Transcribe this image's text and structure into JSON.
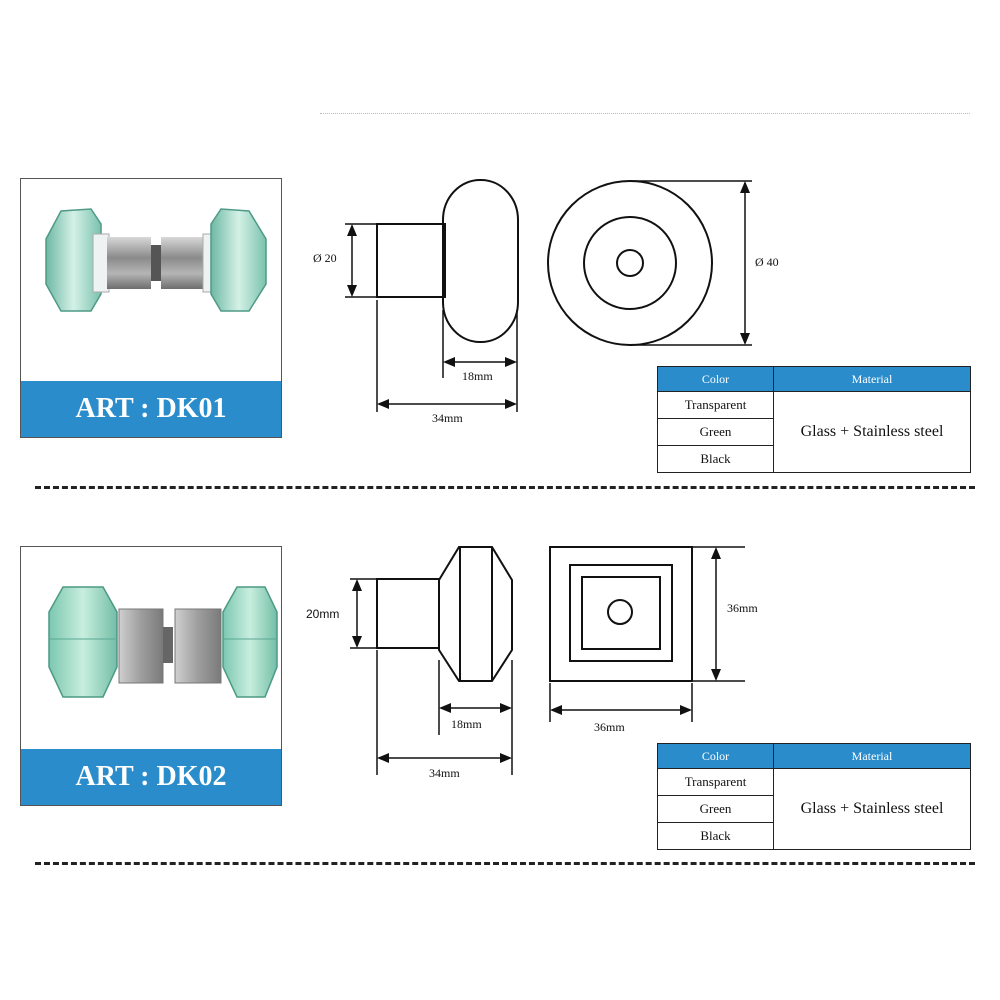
{
  "products": [
    {
      "art_label": "ART : DK01",
      "dimensions": {
        "diameter_small": "Ø 20",
        "diameter_large": "Ø 40",
        "head_width": "18mm",
        "total_length": "34mm"
      },
      "table": {
        "headers": [
          "Color",
          "Material"
        ],
        "colors": [
          "Transparent",
          "Green",
          "Black"
        ],
        "material": "Glass + Stainless steel"
      }
    },
    {
      "art_label": "ART : DK02",
      "dimensions": {
        "stem_height": "20mm",
        "face_height": "36mm",
        "face_width": "36mm",
        "head_width": "18mm",
        "total_length": "34mm"
      },
      "table": {
        "headers": [
          "Color",
          "Material"
        ],
        "colors": [
          "Transparent",
          "Green",
          "Black"
        ],
        "material": "Glass + Stainless steel"
      }
    }
  ],
  "colors": {
    "banner_blue": "#2a8ccb",
    "glass_green": "#a8dcc8",
    "steel": "#9a9a9a",
    "line": "#111111"
  }
}
